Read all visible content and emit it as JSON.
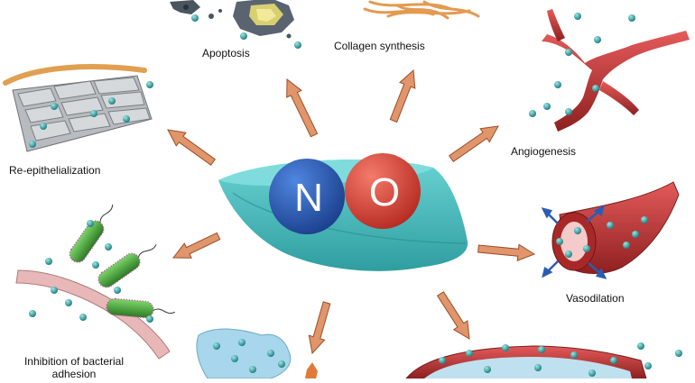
{
  "center": {
    "left_letter": "N",
    "right_letter": "O"
  },
  "labels": {
    "apoptosis": "Apoptosis",
    "collagen": "Collagen synthesis",
    "angiogenesis": "Angiogenesis",
    "reepithelialization": "Re-epithelialization",
    "vasodilation": "Vasodilation",
    "bacterial": "Inhibition of bacterial adhesion"
  },
  "colors": {
    "dish": "#4fc4c4",
    "dish_dark": "#2a9a9c",
    "nitrogen": "#2a5cb4",
    "oxygen": "#e0473a",
    "arrow": "#e0956a",
    "arrow_edge": "#9a4e2a",
    "molecule": "#3aa8a8",
    "vessel": "#c63c3c",
    "bacteria": "#4aa83c"
  }
}
